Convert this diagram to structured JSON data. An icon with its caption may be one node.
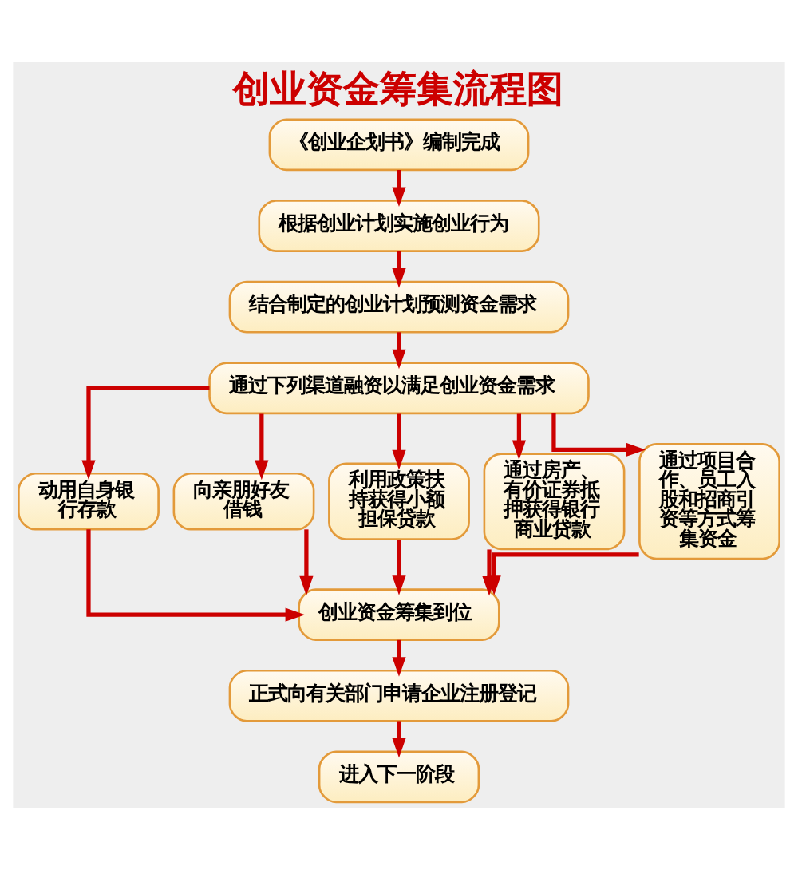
{
  "diagram": {
    "title": "创业资金筹集流程图",
    "nodes": [
      {
        "text": [
          "《创业企划书》编制完成"
        ]
      },
      {
        "text": [
          "根据创业计划实施创业行为"
        ]
      },
      {
        "text": [
          "结合制定的创业计划预测资金需求"
        ]
      },
      {
        "text": [
          "通过下列渠道融资以满足创业资金需求"
        ]
      },
      {
        "text": [
          "动用自身银行存款"
        ]
      },
      {
        "text": [
          "向亲朋好友借钱"
        ]
      },
      {
        "text": [
          "利用政策扶持获得小额担保贷款"
        ]
      },
      {
        "text": [
          "通过房产、有价证券抵押获得银行商业贷款"
        ]
      },
      {
        "text": [
          "通过项目合作、员工入股和招商引资等方式筹集资金"
        ]
      },
      {
        "text": [
          "创业资金筹集到位"
        ]
      },
      {
        "text": [
          "正式向有关部门申请企业注册登记"
        ]
      },
      {
        "text": [
          "进入下一阶段"
        ]
      }
    ],
    "edges": [
      {
        "from": 0,
        "to": 1,
        "arrow": "to"
      },
      {
        "from": 1,
        "to": 2,
        "arrow": "to"
      },
      {
        "from": 2,
        "to": 3,
        "arrow": "to"
      },
      {
        "from": 3,
        "to": 4,
        "arrow": "to"
      },
      {
        "from": 3,
        "to": 5,
        "arrow": "to"
      },
      {
        "from": 3,
        "to": 6,
        "arrow": "to"
      },
      {
        "from": 3,
        "to": 7,
        "arrow": "to"
      },
      {
        "from": 3,
        "to": 8,
        "arrow": "to"
      },
      {
        "from": 4,
        "to": 9,
        "arrow": "to"
      },
      {
        "from": 5,
        "to": 9,
        "arrow": "to"
      },
      {
        "from": 6,
        "to": 9,
        "arrow": "to"
      },
      {
        "from": 7,
        "to": 9,
        "arrow": "to"
      },
      {
        "from": 8,
        "to": 9,
        "arrow": "to"
      },
      {
        "from": 9,
        "to": 10,
        "arrow": "to"
      },
      {
        "from": 10,
        "to": 11,
        "arrow": "to"
      }
    ]
  }
}
